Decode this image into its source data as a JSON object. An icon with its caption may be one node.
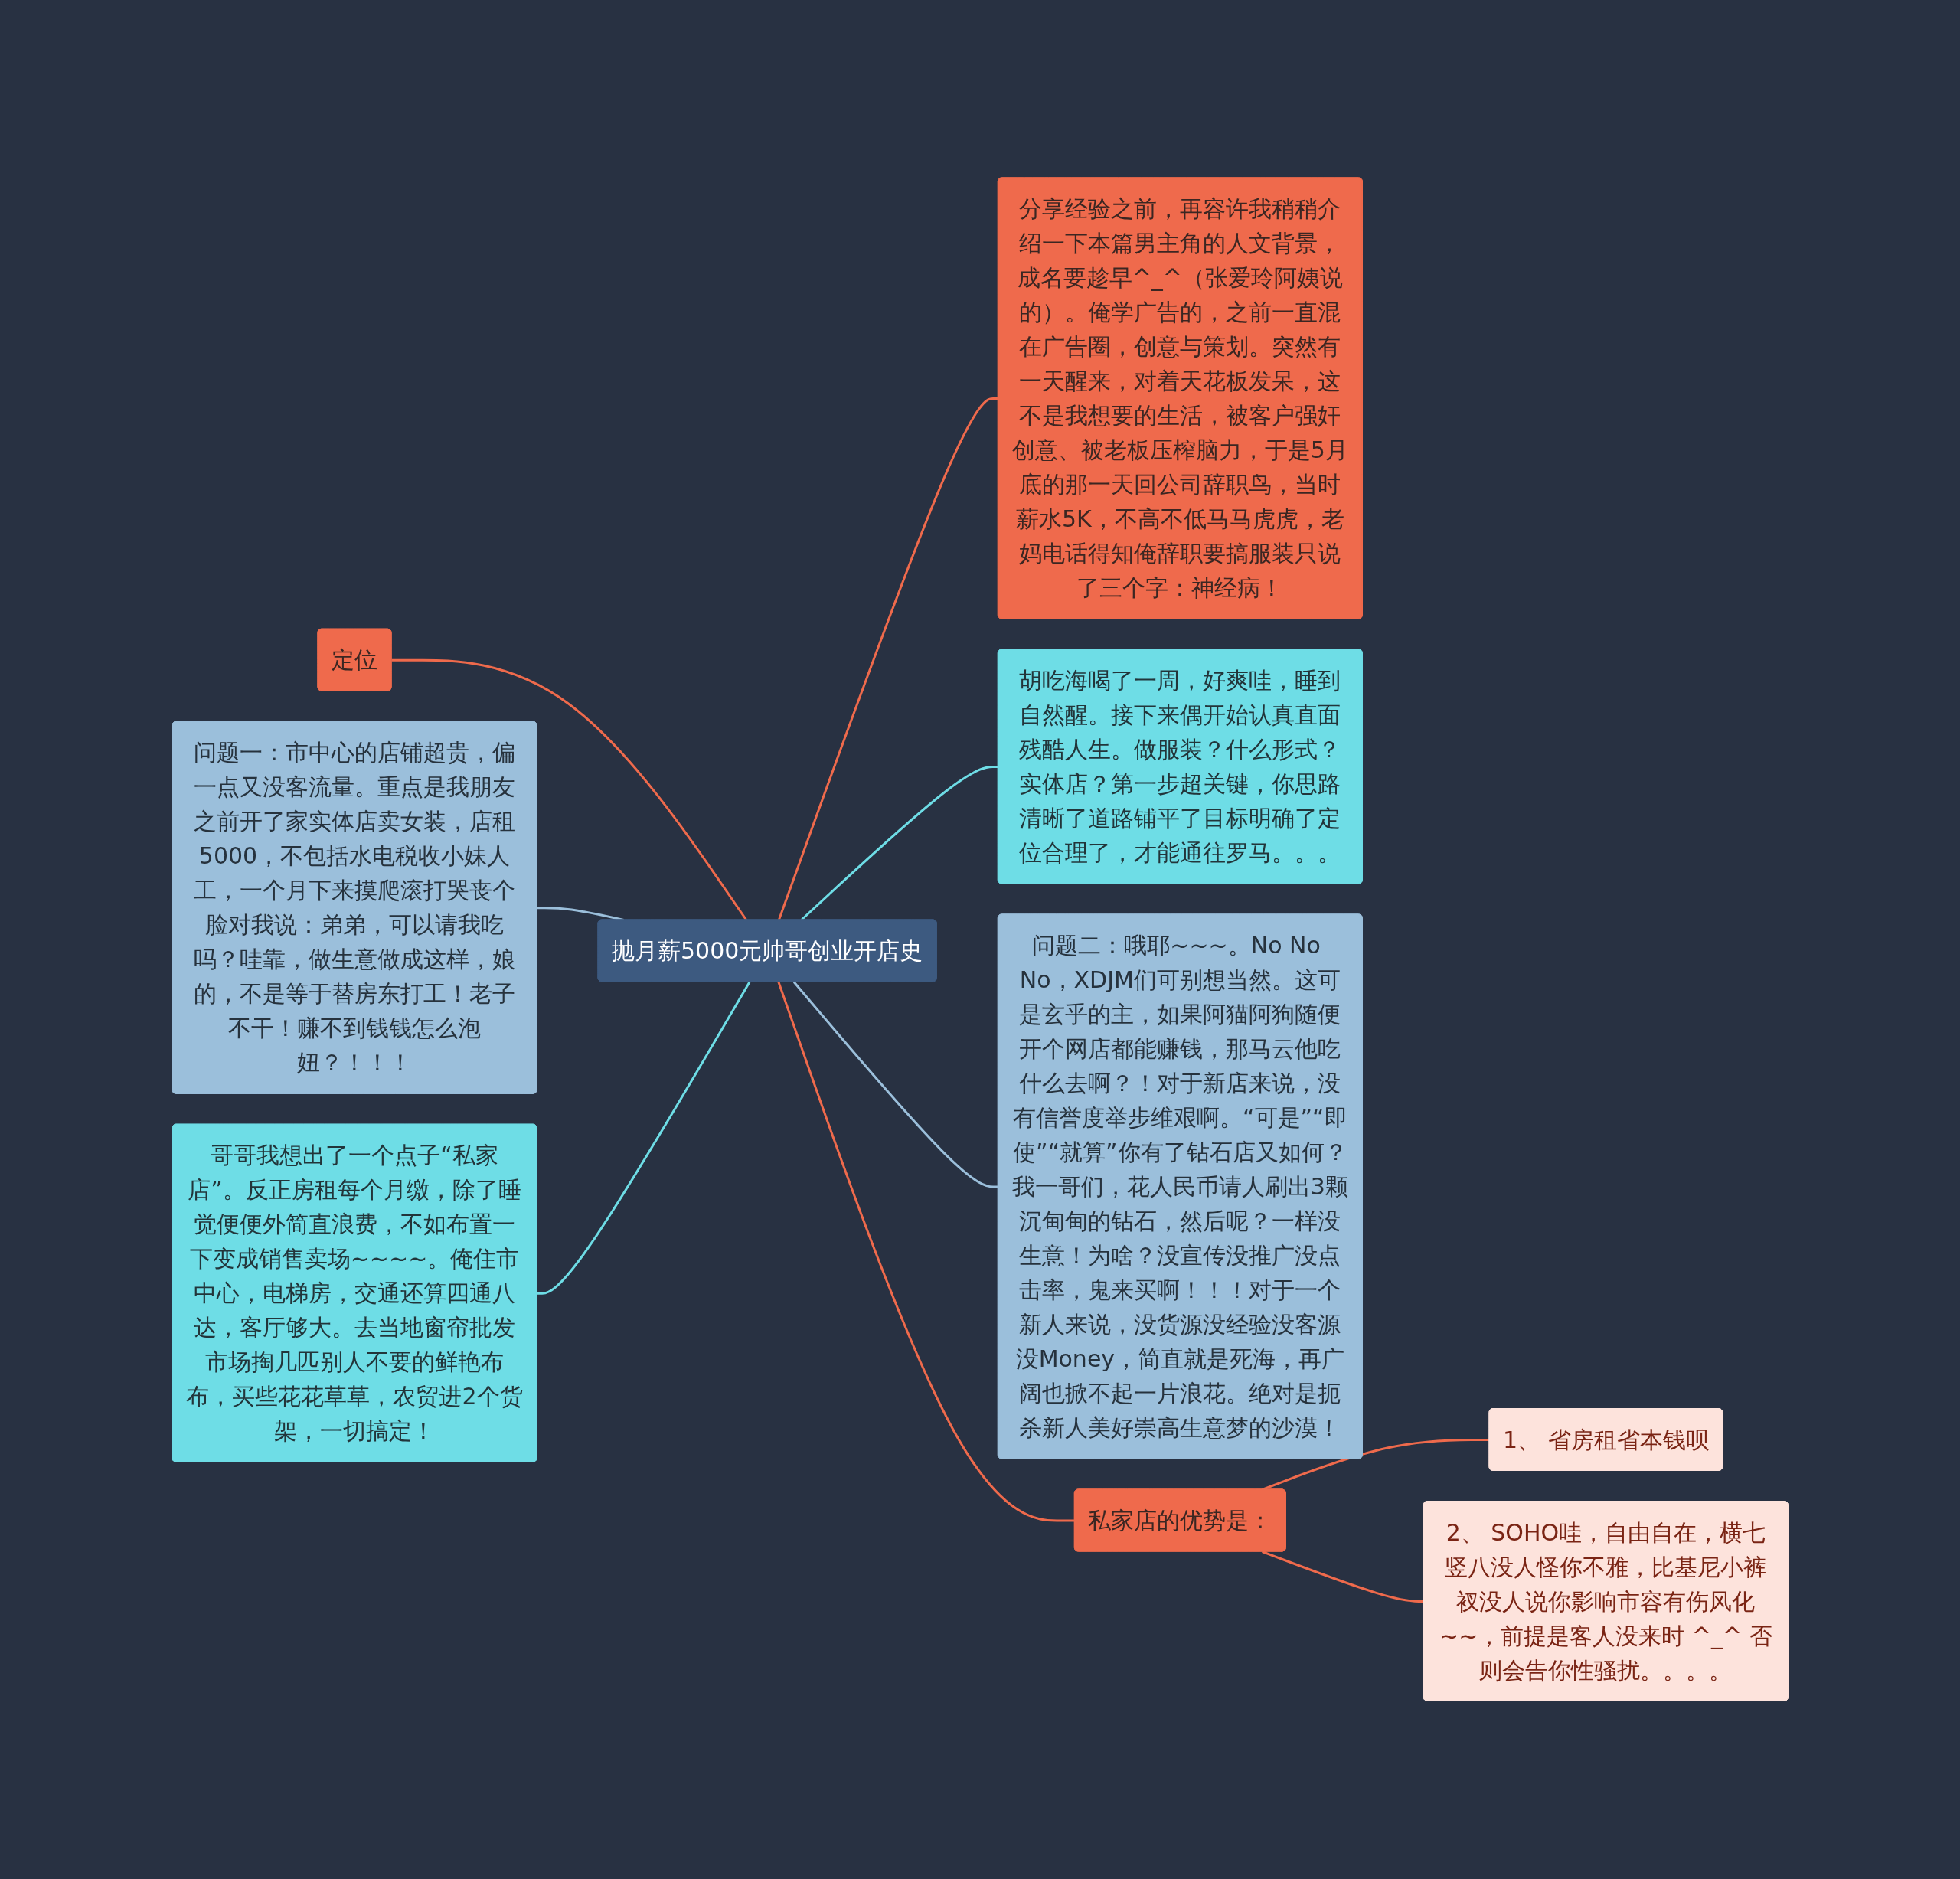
{
  "diagram": {
    "nodes": [
      {
        "text": [
          "抛月薪5000元帅哥创业开店史"
        ]
      },
      {
        "text": [
          "定位"
        ]
      },
      {
        "text": [
          "问题一：市中心的店铺超贵，偏一点又没客流量。重点是我朋友之前开了家实体店卖女装，店租5000，不包括水电税收小妹人工，一个月下来摸爬滚打哭丧个脸对我说：弟弟，可以请我吃吗？哇靠，做生意做成这样，娘的，不是等于替房东打工！老子不干！赚不到钱钱怎么泡妞？！！！"
        ]
      },
      {
        "text": [
          "哥哥我想出了一个点子“私家店”。反正房租每个月缴，除了睡觉便便外简直浪费，不如布置一下变成销售卖场~~~~。俺住市中心，电梯房，交通还算四通八达，客厅够大。去当地窗帘批发市场掏几匹别人不要的鲜艳布布，买些花花草草，农贸进2个货架，一切搞定！"
        ]
      },
      {
        "text": [
          "分享经验之前，再容许我稍稍介绍一下本篇男主角的人文背景，成名要趁早^_^（张爱玲阿姨说的）。俺学广告的，之前一直混在广告圈，创意与策划。突然有一天醒来，对着天花板发呆，这不是我想要的生活，被客户强奸创意、被老板压榨脑力，于是5月底的那一天回公司辞职鸟，当时薪水5K，不高不低马马虎虎，老妈电话得知俺辞职要搞服装只说了三个字：神经病！"
        ]
      },
      {
        "text": [
          "胡吃海喝了一周，好爽哇，睡到自然醒。接下来偶开始认真直面残酷人生。做服装？什么形式？实体店？第一步超关键，你思路清晰了道路铺平了目标明确了定位合理了，才能通往罗马。。。"
        ]
      },
      {
        "text": [
          "问题二：哦耶~~~。No No No，XDJM们可别想当然。这可是玄乎的主，如果阿猫阿狗随便开个网店都能赚钱，那马云他吃什么去啊？！对于新店来说，没有信誉度举步维艰啊。“可是”“即使”“就算”你有了钻石店又如何？我一哥们，花人民币请人刷出3颗沉甸甸的钻石，然后呢？一样没生意！为啥？没宣传没推广没点击率，鬼来买啊！！！对于一个新人来说，没货源没经验没客源没Money，简直就是死海，再广阔也掀不起一片浪花。绝对是扼杀新人美好崇高生意梦的沙漠！"
        ]
      },
      {
        "text": [
          "私家店的优势是："
        ]
      },
      {
        "text": [
          "1、 省房租省本钱呗"
        ]
      },
      {
        "text": [
          "2、 SOHO哇，自由自在，横七竖八没人怪你不雅，比基尼小裤衩没人说你影响市容有伤风化~~，前提是客人没来时 ^_^ 否则会告你性骚扰。。。。"
        ]
      }
    ],
    "edges": [
      {
        "from": 1,
        "to": 0,
        "arrow": "none"
      },
      {
        "from": 2,
        "to": 0,
        "arrow": "none",
        "color": "#9bbfdb"
      },
      {
        "from": 3,
        "to": 0,
        "arrow": "none",
        "color": "#6edde6"
      },
      {
        "from": 0,
        "to": 4,
        "arrow": "none"
      },
      {
        "from": 0,
        "to": 5,
        "arrow": "none",
        "color": "#6edde6"
      },
      {
        "from": 0,
        "to": 6,
        "arrow": "none",
        "color": "#9bbfdb"
      },
      {
        "from": 0,
        "to": 7,
        "arrow": "none"
      },
      {
        "from": 7,
        "to": 8,
        "arrow": "none"
      },
      {
        "from": 7,
        "to": 9,
        "arrow": "none"
      }
    ]
  }
}
